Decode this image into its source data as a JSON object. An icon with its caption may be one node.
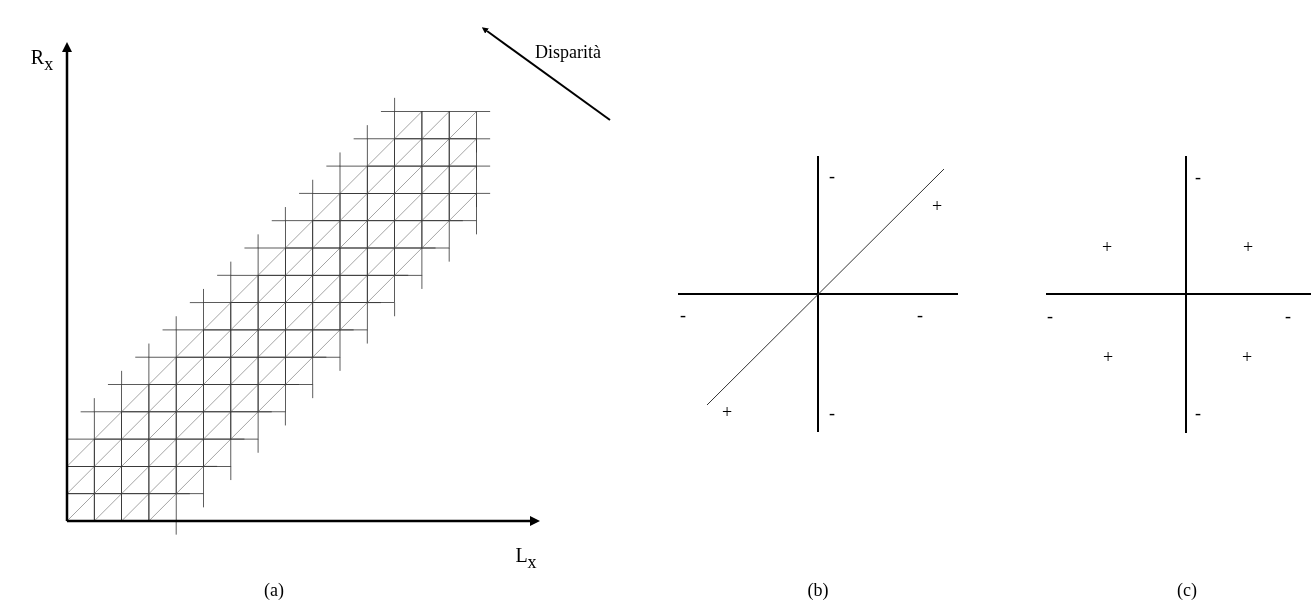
{
  "diagram": {
    "labels": [
      "R$_{x}$",
      "Disparità",
      "-",
      "+",
      "-",
      "-",
      "+",
      "-",
      "-",
      "+",
      "+",
      "-",
      "-",
      "+",
      "+",
      "-",
      "L$_{x}$",
      "(a)",
      "(b)",
      "(c)"
    ]
  }
}
